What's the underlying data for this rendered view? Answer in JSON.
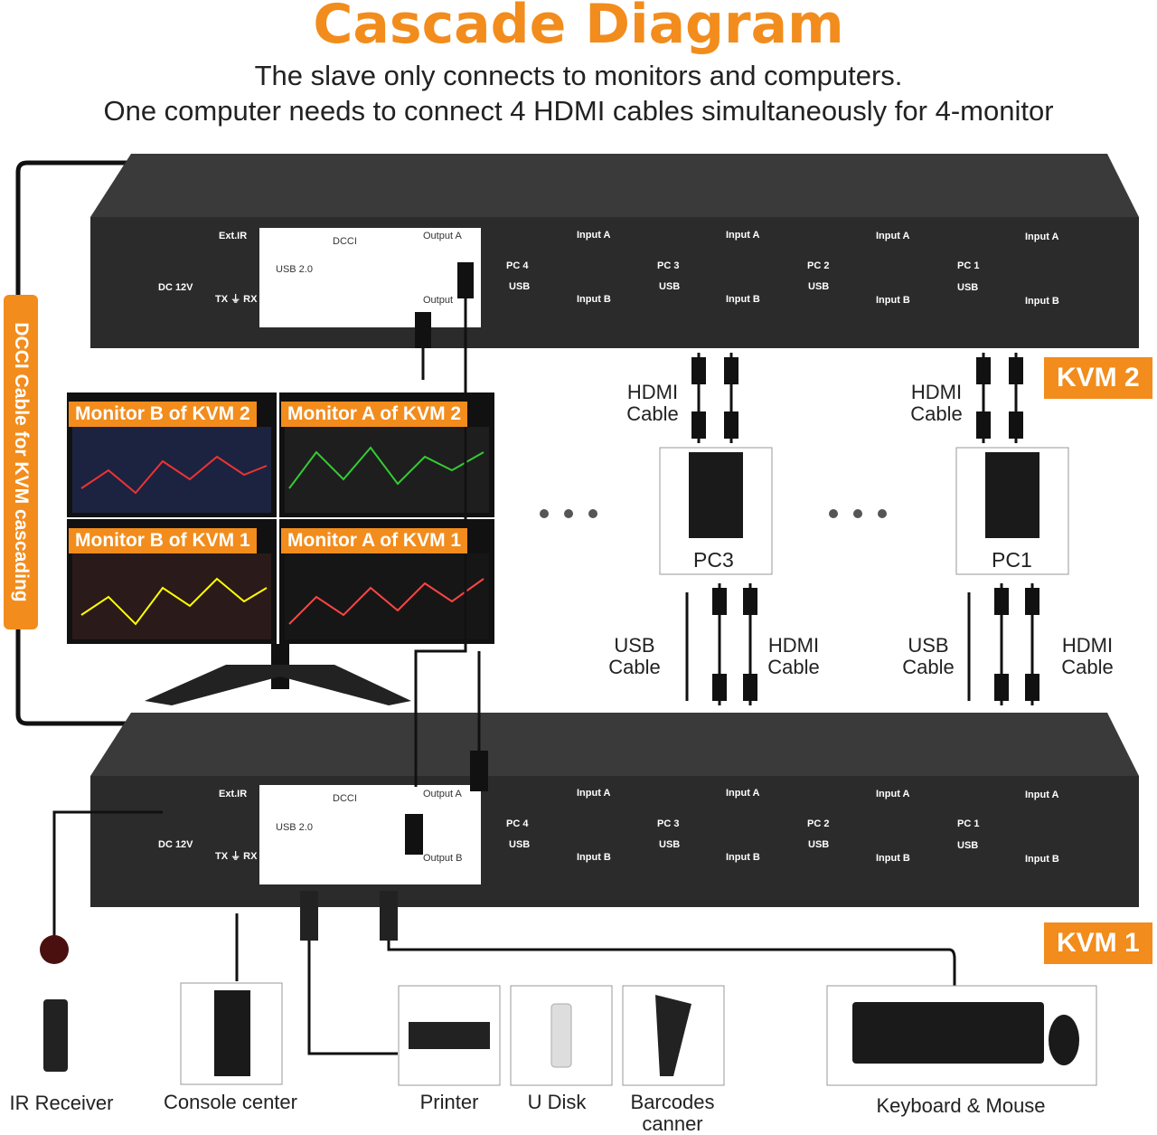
{
  "header": {
    "title": "Cascade Diagram",
    "subtitle_1": "The slave only connects to monitors and computers.",
    "subtitle_2": "One computer needs to connect 4 HDMI cables simultaneously for 4-monitor"
  },
  "kvm_labels": {
    "top": "KVM 2",
    "bottom": "KVM 1"
  },
  "side_label": "DCCI Cable for KVM cascading",
  "monitors": {
    "top_left": "Monitor B of KVM 2",
    "top_right": "Monitor A of KVM 2",
    "bottom_left": "Monitor B of KVM 1",
    "bottom_right": "Monitor A of KVM 1"
  },
  "ports": {
    "ext_ir": "Ext.IR",
    "dc": "DC 12V",
    "txrx": "TX ⏚ RX",
    "usb20": "USB 2.0",
    "dcci": "DCCI",
    "output_a": "Output A",
    "output_b": "Output B",
    "output_short": "Output",
    "input_a": "Input A",
    "input_b": "Input B",
    "usb": "USB",
    "pcs": [
      "PC 4",
      "PC 3",
      "PC 2",
      "PC 1"
    ]
  },
  "cables": {
    "hdmi": "HDMI\nCable",
    "usb": "USB\nCable"
  },
  "pcs": {
    "pc3": "PC3",
    "pc1": "PC1"
  },
  "devices": {
    "ir_receiver": "IR Receiver",
    "console": "Console center",
    "printer": "Printer",
    "udisk": "U Disk",
    "barcode": "Barcodes\ncanner",
    "keyboard": "Keyboard & Mouse"
  },
  "colors": {
    "accent": "#f28c1c",
    "device_body": "#2b2b2b",
    "port_panel": "#ffffff"
  }
}
